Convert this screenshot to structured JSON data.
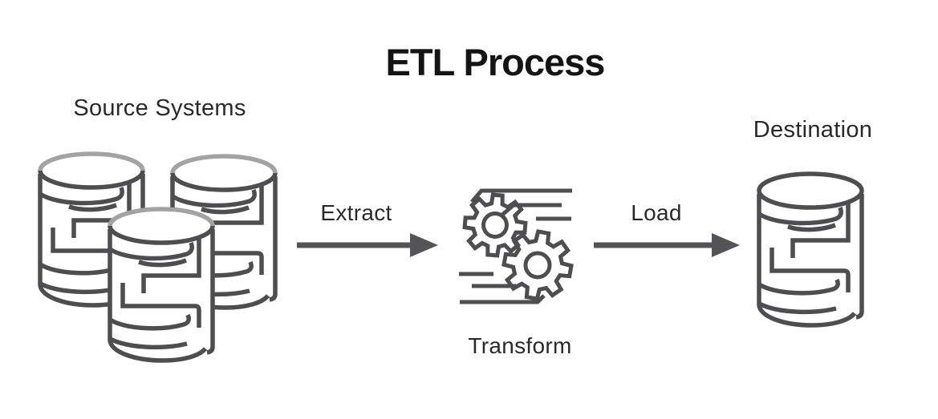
{
  "title": "ETL Process",
  "diagram": {
    "source": {
      "label": "Source Systems",
      "icon": "database-cluster-icon"
    },
    "extract": {
      "label": "Extract",
      "icon": "arrow-right-icon"
    },
    "transform": {
      "label": "Transform",
      "icon": "gears-icon"
    },
    "load": {
      "label": "Load",
      "icon": "arrow-right-icon"
    },
    "destination": {
      "label": "Destination",
      "icon": "database-icon"
    }
  },
  "colors": {
    "background": "#ffffff",
    "line_dark": "#4e4e50",
    "line_light": "#a3a3a3",
    "arrow": "#545456",
    "title_text": "#141414",
    "label_text": "#2a2a2a"
  }
}
